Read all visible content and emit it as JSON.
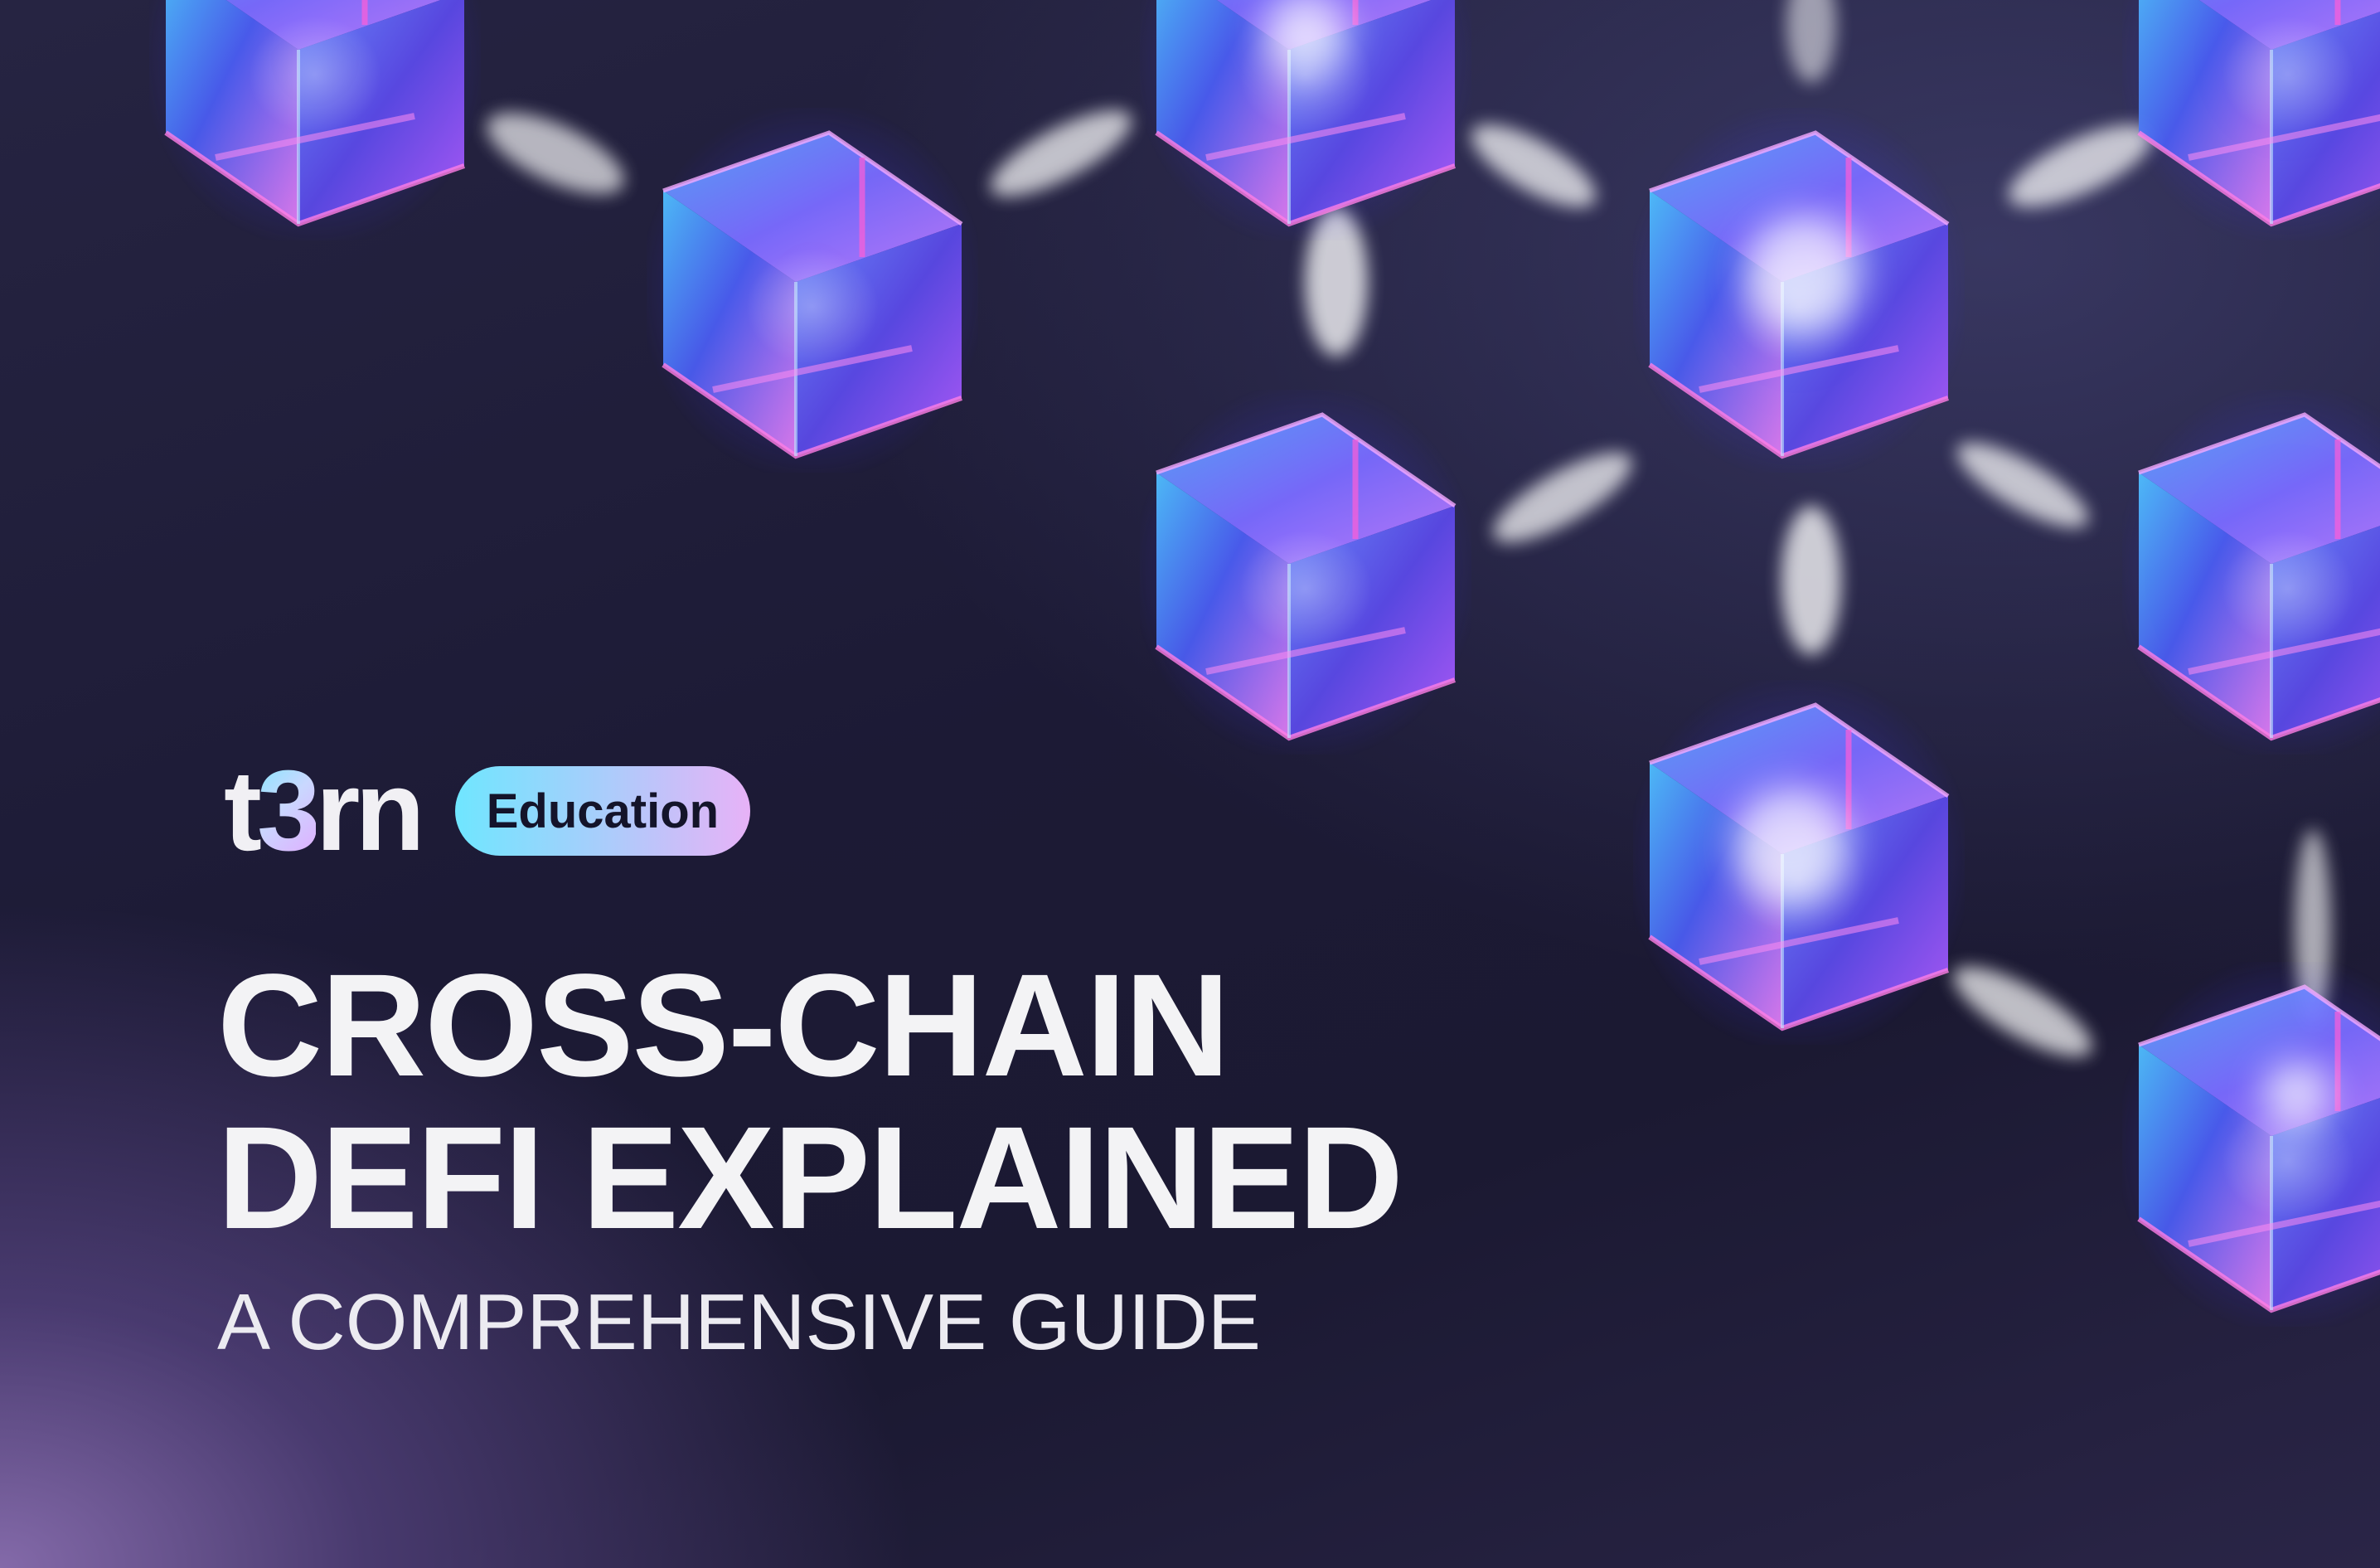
{
  "brand": {
    "logo_text_start": "t",
    "logo_text_accent": "3",
    "logo_text_end": "rn",
    "badge_label": "Education"
  },
  "headline": {
    "line1": "CROSS-CHAIN",
    "line2": "DEFI EXPLAINED"
  },
  "subheadline": "A COMPREHENSIVE GUIDE",
  "colors": {
    "background": "#1d1a33",
    "text": "#f3f3f5",
    "badge_gradient_start": "#6fe6ff",
    "badge_gradient_end": "#e7b2f7",
    "cube_blue": "#4f86ff",
    "cube_purple": "#9b5cff",
    "cube_pink": "#ff66e0"
  }
}
